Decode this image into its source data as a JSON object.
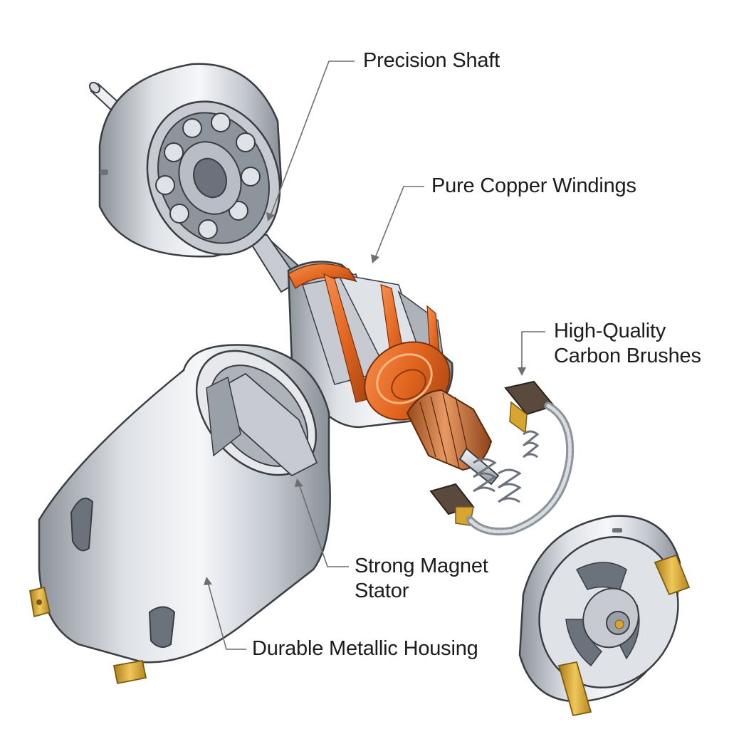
{
  "callouts": {
    "precision_shaft": "Precision Shaft",
    "copper_windings": "Pure Copper Windings",
    "carbon_brushes_line1": "High-Quality",
    "carbon_brushes_line2": "Carbon Brushes",
    "magnet_stator_line1": "Strong Magnet",
    "magnet_stator_line2": "Stator",
    "metallic_housing": "Durable Metallic Housing"
  },
  "colors": {
    "steel_light": "#eef0f3",
    "steel_mid": "#b9bec6",
    "steel_dark": "#6c727b",
    "copper": "#e2651f",
    "copper_dark": "#a6420f",
    "brass": "#d8a531",
    "carbon": "#5a4a3e",
    "outline": "#3a3d42",
    "leader": "#6e6e6e"
  }
}
